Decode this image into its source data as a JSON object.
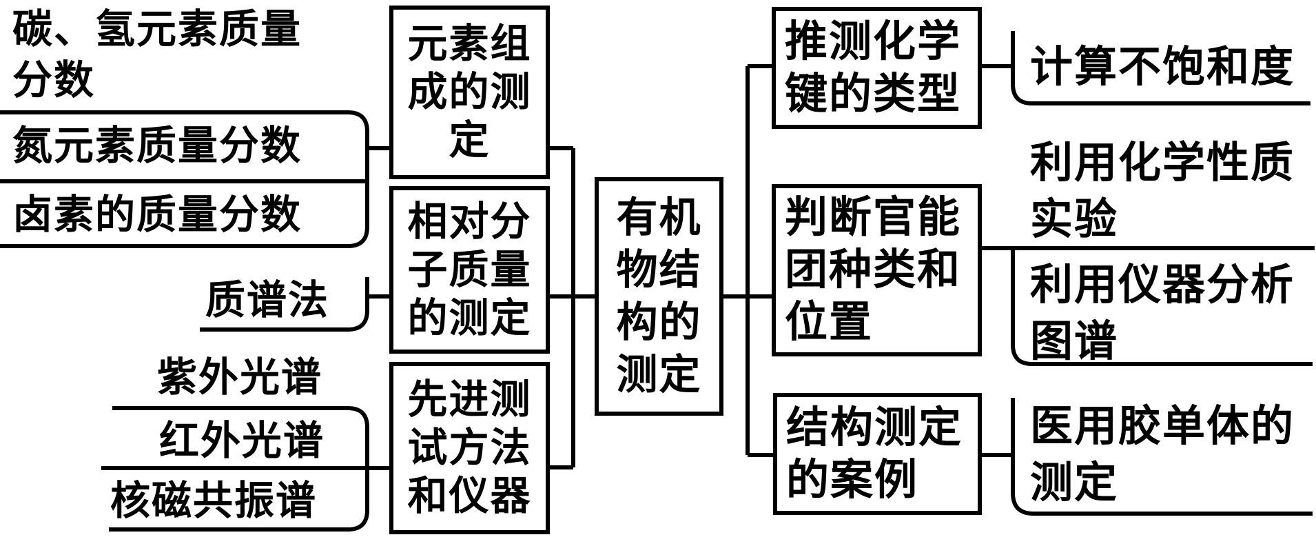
{
  "colors": {
    "line": "#000000",
    "background": "#ffffff",
    "text": "#000000"
  },
  "root": {
    "label": "有机物结构的测定",
    "lines": [
      "有机",
      "物结",
      "构的",
      "测定"
    ]
  },
  "left": {
    "branches": [
      {
        "label": "元素组成的测定",
        "lines": [
          "元素组",
          "成的测",
          "定"
        ],
        "children": [
          {
            "label": "碳、氢元素质量分数",
            "lines": [
              "碳、氢元素质量",
              "分数"
            ]
          },
          {
            "label": "氮元素质量分数"
          },
          {
            "label": "卤素的质量分数"
          }
        ]
      },
      {
        "label": "相对分子质量的测定",
        "lines": [
          "相对分",
          "子质量",
          "的测定"
        ],
        "children": [
          {
            "label": "质谱法"
          }
        ]
      },
      {
        "label": "先进测试方法和仪器",
        "lines": [
          "先进测",
          "试方法",
          "和仪器"
        ],
        "children": [
          {
            "label": "紫外光谱"
          },
          {
            "label": "红外光谱"
          },
          {
            "label": "核磁共振谱"
          }
        ]
      }
    ]
  },
  "right": {
    "branches": [
      {
        "label": "推测化学键的类型",
        "lines": [
          "推测化学",
          "键的类型"
        ],
        "children": [
          {
            "label": "计算不饱和度"
          }
        ]
      },
      {
        "label": "判断官能团种类和位置",
        "lines": [
          "判断官能",
          "团种类和",
          "位置"
        ],
        "children": [
          {
            "label": "利用化学性质实验",
            "lines": [
              "利用化学性质",
              "实验"
            ]
          },
          {
            "label": "利用仪器分析图谱",
            "lines": [
              "利用仪器分析",
              "图谱"
            ]
          }
        ]
      },
      {
        "label": "结构测定的案例",
        "lines": [
          "结构测定",
          "的案例"
        ],
        "children": [
          {
            "label": "医用胶单体的测定",
            "lines": [
              "医用胶单体的",
              "测定"
            ]
          }
        ]
      }
    ]
  }
}
